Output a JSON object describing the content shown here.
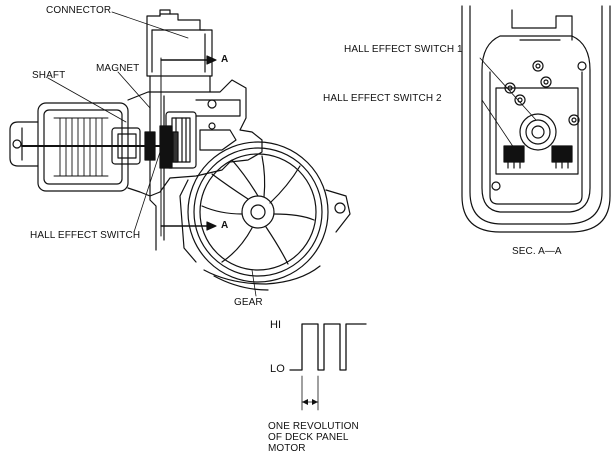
{
  "labels": {
    "connector": "CONNECTOR",
    "shaft": "SHAFT",
    "magnet": "MAGNET",
    "hall_effect_switch": "HALL EFFECT SWITCH",
    "gear": "GEAR",
    "section_a_top": "A",
    "section_a_bottom": "A",
    "hall_effect_switch_1": "HALL EFFECT SWITCH 1",
    "hall_effect_switch_2": "HALL EFFECT SWITCH 2",
    "section_caption": "SEC. A—A"
  },
  "signal": {
    "hi_label": "HI",
    "lo_label": "LO",
    "caption_line1": "ONE REVOLUTION",
    "caption_line2": "OF DECK PANEL",
    "caption_line3": "MOTOR"
  }
}
